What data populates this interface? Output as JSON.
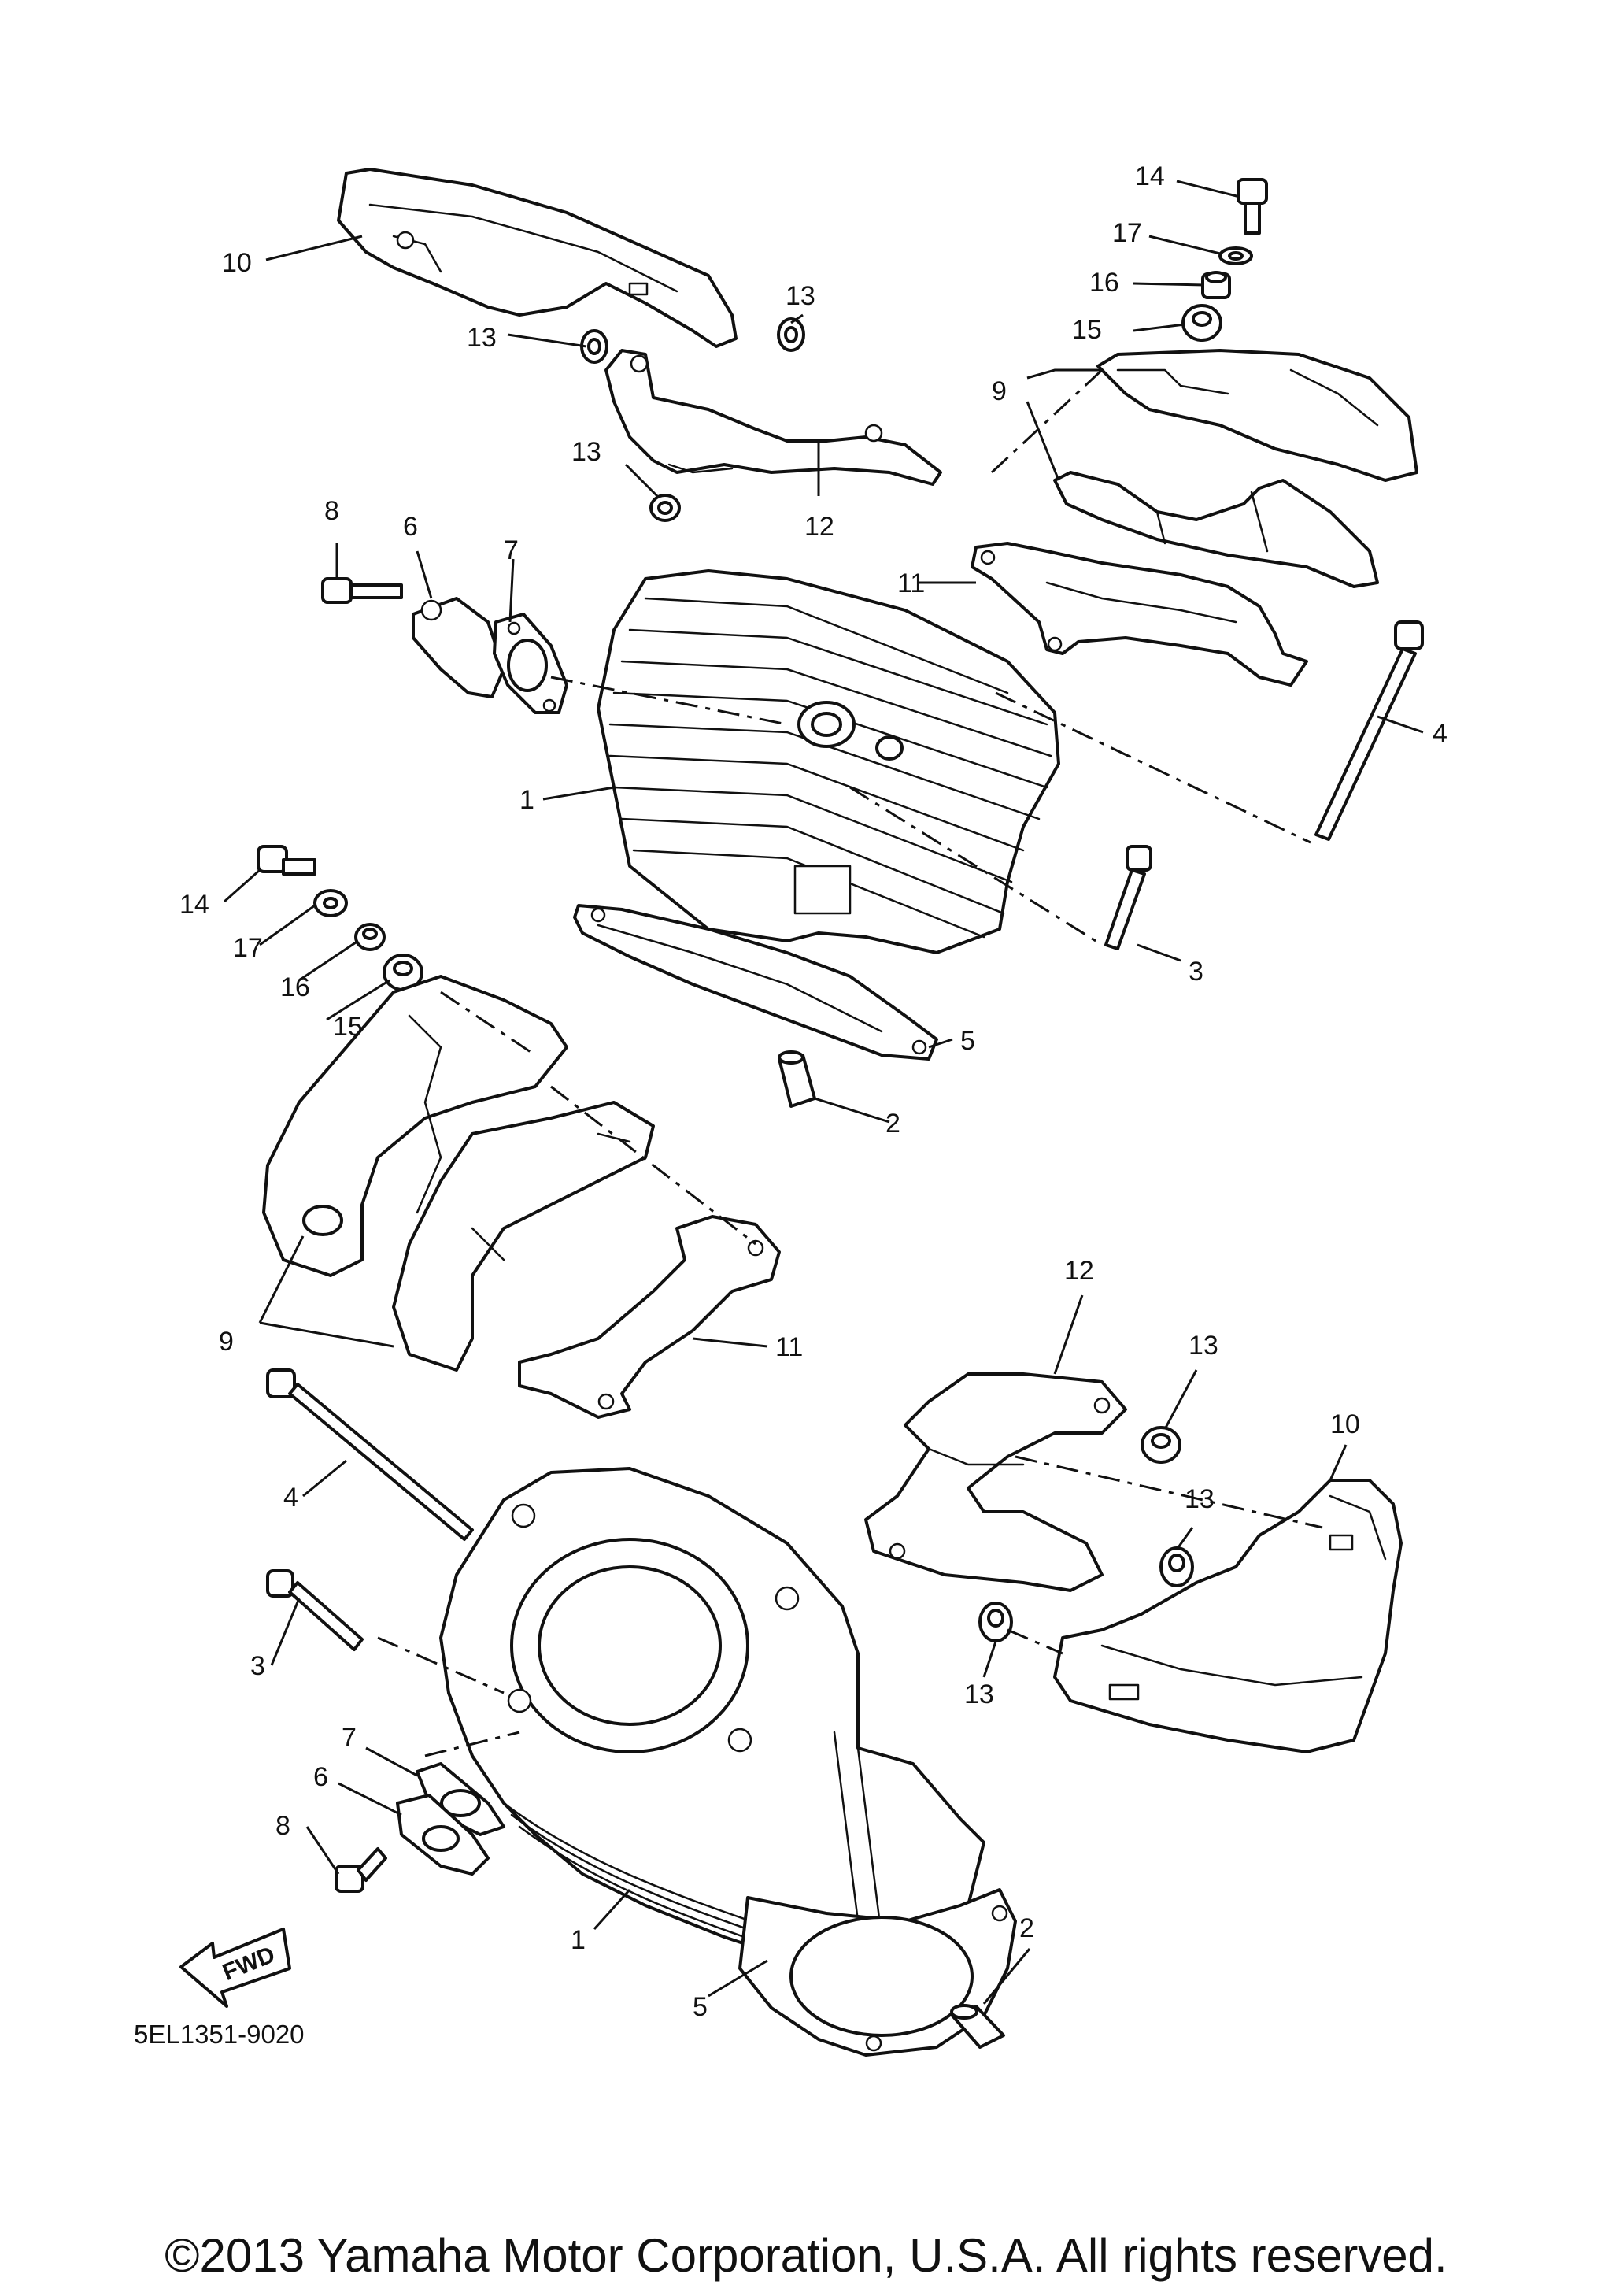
{
  "diagram": {
    "callouts": {
      "top_10": "10",
      "top_13a": "13",
      "top_13b": "13",
      "top_13c": "13",
      "top_12": "12",
      "top_14": "14",
      "top_17": "17",
      "top_16": "16",
      "top_15": "15",
      "top_9": "9",
      "top_11": "11",
      "top_8": "8",
      "top_6": "6",
      "top_7": "7",
      "top_4": "4",
      "top_1": "1",
      "top_3": "3",
      "top_5": "5",
      "top_2": "2",
      "mid_14": "14",
      "mid_17": "17",
      "mid_16": "16",
      "mid_15": "15",
      "mid_9": "9",
      "mid_11": "11",
      "bot_12": "12",
      "bot_13a": "13",
      "bot_10": "10",
      "bot_13b": "13",
      "bot_13c": "13",
      "bot_4": "4",
      "bot_3": "3",
      "bot_7": "7",
      "bot_6": "6",
      "bot_8": "8",
      "bot_1": "1",
      "bot_2": "2",
      "bot_5": "5"
    },
    "fwd_label": "FWD",
    "diagram_code": "5EL1351-9020",
    "copyright": "©2013 Yamaha Motor Corporation, U.S.A. All rights reserved."
  }
}
